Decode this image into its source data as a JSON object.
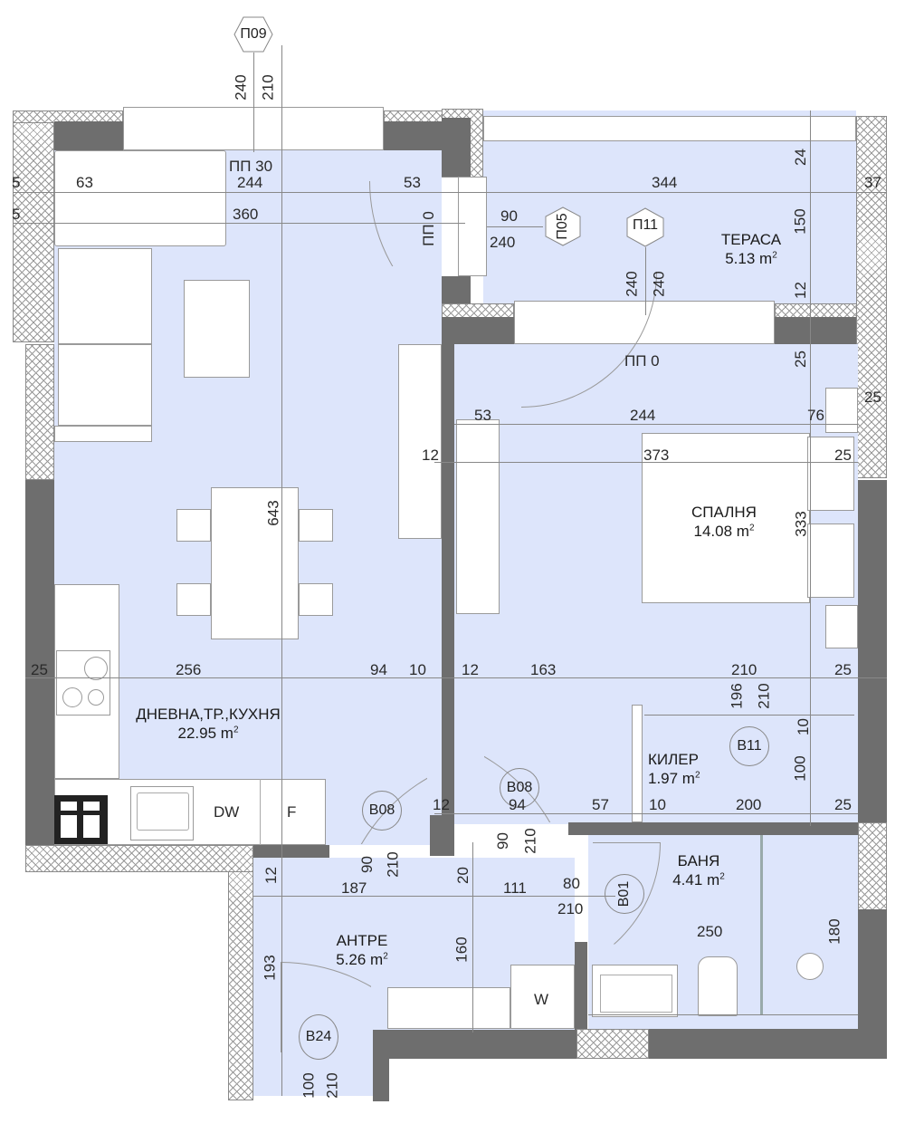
{
  "plan": {
    "rooms": [
      {
        "id": "living",
        "name": "ДНЕВНА,ТР.,КУХНЯ",
        "area": "22.95 m",
        "sup": "2"
      },
      {
        "id": "terrace",
        "name": "ТЕРАСА",
        "area": "5.13 m",
        "sup": "2"
      },
      {
        "id": "bedroom",
        "name": "СПАЛНЯ",
        "area": "14.08 m",
        "sup": "2"
      },
      {
        "id": "storage",
        "name": "КИЛЕР",
        "area": "1.97 m",
        "sup": "2"
      },
      {
        "id": "bathroom",
        "name": "БАНЯ",
        "area": "4.41 m",
        "sup": "2"
      },
      {
        "id": "hallway",
        "name": "АНТРЕ",
        "area": "5.26 m",
        "sup": "2"
      }
    ],
    "window_tags": [
      "П09",
      "П05",
      "П11"
    ],
    "door_tags": [
      "В08",
      "В08",
      "В11",
      "В01",
      "В24"
    ],
    "sill_labels": {
      "living_window": "ПП 30",
      "terrace_door_left": "ПП 0",
      "terrace_door_bottom": "ПП 0"
    },
    "appliances": {
      "dishwasher": "DW",
      "fridge": "F",
      "washer": "W"
    },
    "dims": {
      "top_h1": "240",
      "top_h2": "210",
      "row1": [
        "5",
        "63",
        "244",
        "53",
        "344",
        "37"
      ],
      "row2": [
        "5",
        "360"
      ],
      "p05_w": "90",
      "p05_h": "240",
      "p11_h1": "240",
      "p11_h2": "240",
      "terrace_v": [
        "24",
        "150",
        "12"
      ],
      "bed_v": "25",
      "bed_row": [
        "53",
        "244",
        "76",
        "25"
      ],
      "bed_row2": [
        "12",
        "373",
        "25"
      ],
      "v643": "643",
      "v333": "333",
      "mid_row": [
        "25",
        "256",
        "94",
        "10",
        "12",
        "163",
        "210",
        "25"
      ],
      "kiler_door": [
        "196",
        "210"
      ],
      "kiler_v": [
        "10",
        "100"
      ],
      "door_row": [
        "12",
        "94",
        "57",
        "10",
        "200",
        "25"
      ],
      "b08_left": [
        "90",
        "210"
      ],
      "b08_mid": [
        "90",
        "210"
      ],
      "hall_row": [
        "12",
        "187",
        "20",
        "111",
        "80",
        "210"
      ],
      "bath_w": "250",
      "bath_v": "180",
      "hall_v": [
        "160",
        "193"
      ],
      "b24": [
        "100",
        "210"
      ]
    }
  }
}
